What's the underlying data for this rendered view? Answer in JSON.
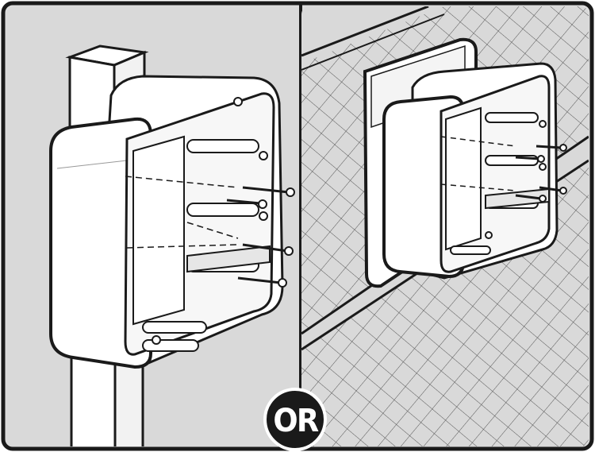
{
  "badge": {
    "label": "OR"
  },
  "colors": {
    "background": "#d9d9d9",
    "outline": "#1a1a1a",
    "box_fill": "#ffffff",
    "badge_fill": "#1a1a1a"
  },
  "panels": [
    {
      "name": "pole-mount",
      "icon": "post-icon"
    },
    {
      "name": "wall-mount",
      "icon": "brick-wall-icon"
    }
  ]
}
